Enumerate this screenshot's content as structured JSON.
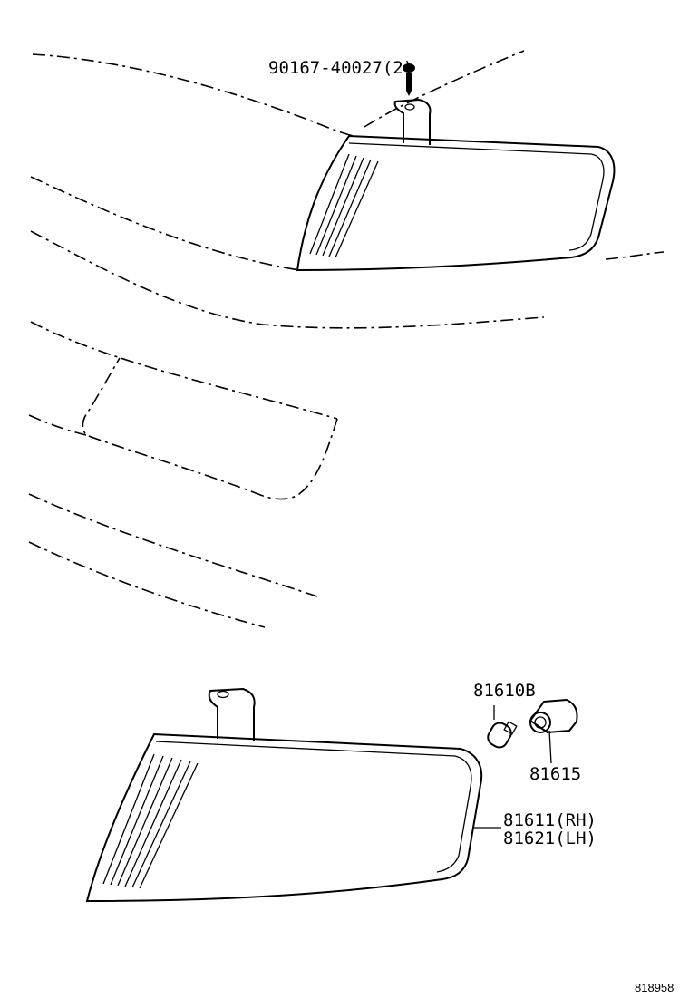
{
  "diagram": {
    "labels": {
      "screw_part": "90167-40027(2)",
      "bulb_part": "81610B",
      "socket_part": "81615",
      "lamp_rh": "81611(RH)",
      "lamp_lh": "81621(LH)"
    },
    "reference_number": "818958"
  }
}
